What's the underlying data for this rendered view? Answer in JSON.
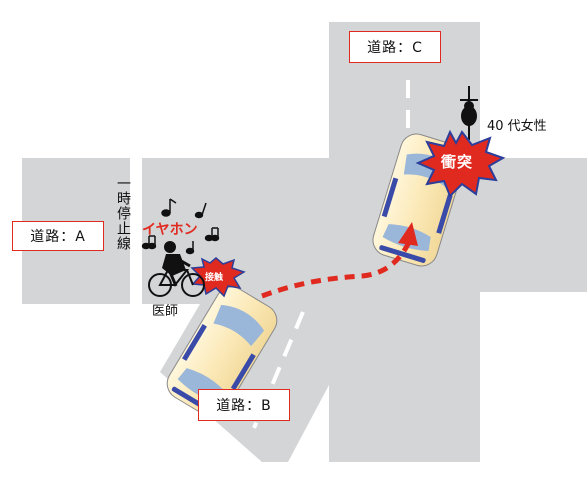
{
  "labels": {
    "road_a": "道路：A",
    "road_b": "道路：B",
    "road_c": "道路：C",
    "stop_line": "一時停止線",
    "earphone": "イヤホン",
    "contact": "接触",
    "doctor": "医師",
    "collision": "衝突",
    "woman": "40 代女性"
  },
  "colors": {
    "road": "#d4d5d7",
    "accent_red": "#e02a1f",
    "car_body": "#fdf0c8",
    "car_window": "#9ab6d8",
    "car_stripe": "#3a4aa8",
    "burst_outline": "#2c3e9a"
  },
  "icons": [
    "music-note-icon",
    "cyclist-icon",
    "bicycle-icon",
    "car-icon",
    "burst-icon",
    "arrow-icon"
  ]
}
